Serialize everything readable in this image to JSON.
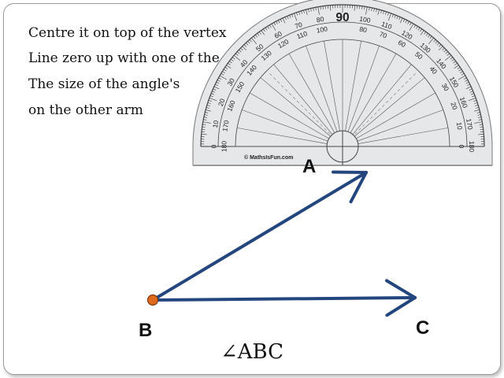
{
  "instructions": [
    "Centre it on top of the vertex",
    "Line zero up with one of the arms",
    "The size of the angle's",
    "on the other arm"
  ],
  "protractor": {
    "outer_labels": [
      "0",
      "10",
      "20",
      "30",
      "40",
      "50",
      "60",
      "70",
      "80",
      "90",
      "100",
      "110",
      "120",
      "130",
      "140",
      "150",
      "160",
      "170",
      "180"
    ],
    "inner_labels": [
      "180",
      "170",
      "160",
      "150",
      "140",
      "130",
      "120",
      "110",
      "100",
      "90",
      "80",
      "70",
      "60",
      "50",
      "40",
      "30",
      "20",
      "10",
      "0"
    ],
    "watermark": "© MathsIsFun.com"
  },
  "points": {
    "a": "A",
    "b": "B",
    "c": "C"
  },
  "caption": "∠ABC",
  "colors": {
    "arrow": "#24467e",
    "vertex": "#e06a1c",
    "protractor_fill": "#e6e7e9",
    "protractor_line": "#333333"
  }
}
